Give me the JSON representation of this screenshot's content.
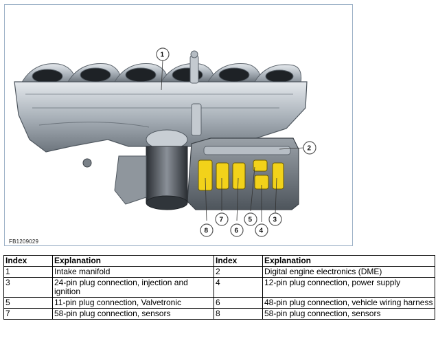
{
  "figure": {
    "code": "FB1209029",
    "callouts": [
      "1",
      "2",
      "3",
      "4",
      "5",
      "6",
      "7",
      "8"
    ]
  },
  "table": {
    "headers": [
      "Index",
      "Explanation",
      "Index",
      "Explanation"
    ],
    "rows": [
      [
        "1",
        "Intake manifold",
        "2",
        "Digital engine electronics (DME)"
      ],
      [
        "3",
        "24-pin plug connection, injection and ignition",
        "4",
        "12-pin plug connection, power supply"
      ],
      [
        "5",
        "11-pin plug connection, Valvetronic",
        "6",
        "48-pin plug connection, vehicle wiring harness"
      ],
      [
        "7",
        "58-pin plug connection, sensors",
        "8",
        "58-pin plug connection, sensors"
      ]
    ]
  }
}
